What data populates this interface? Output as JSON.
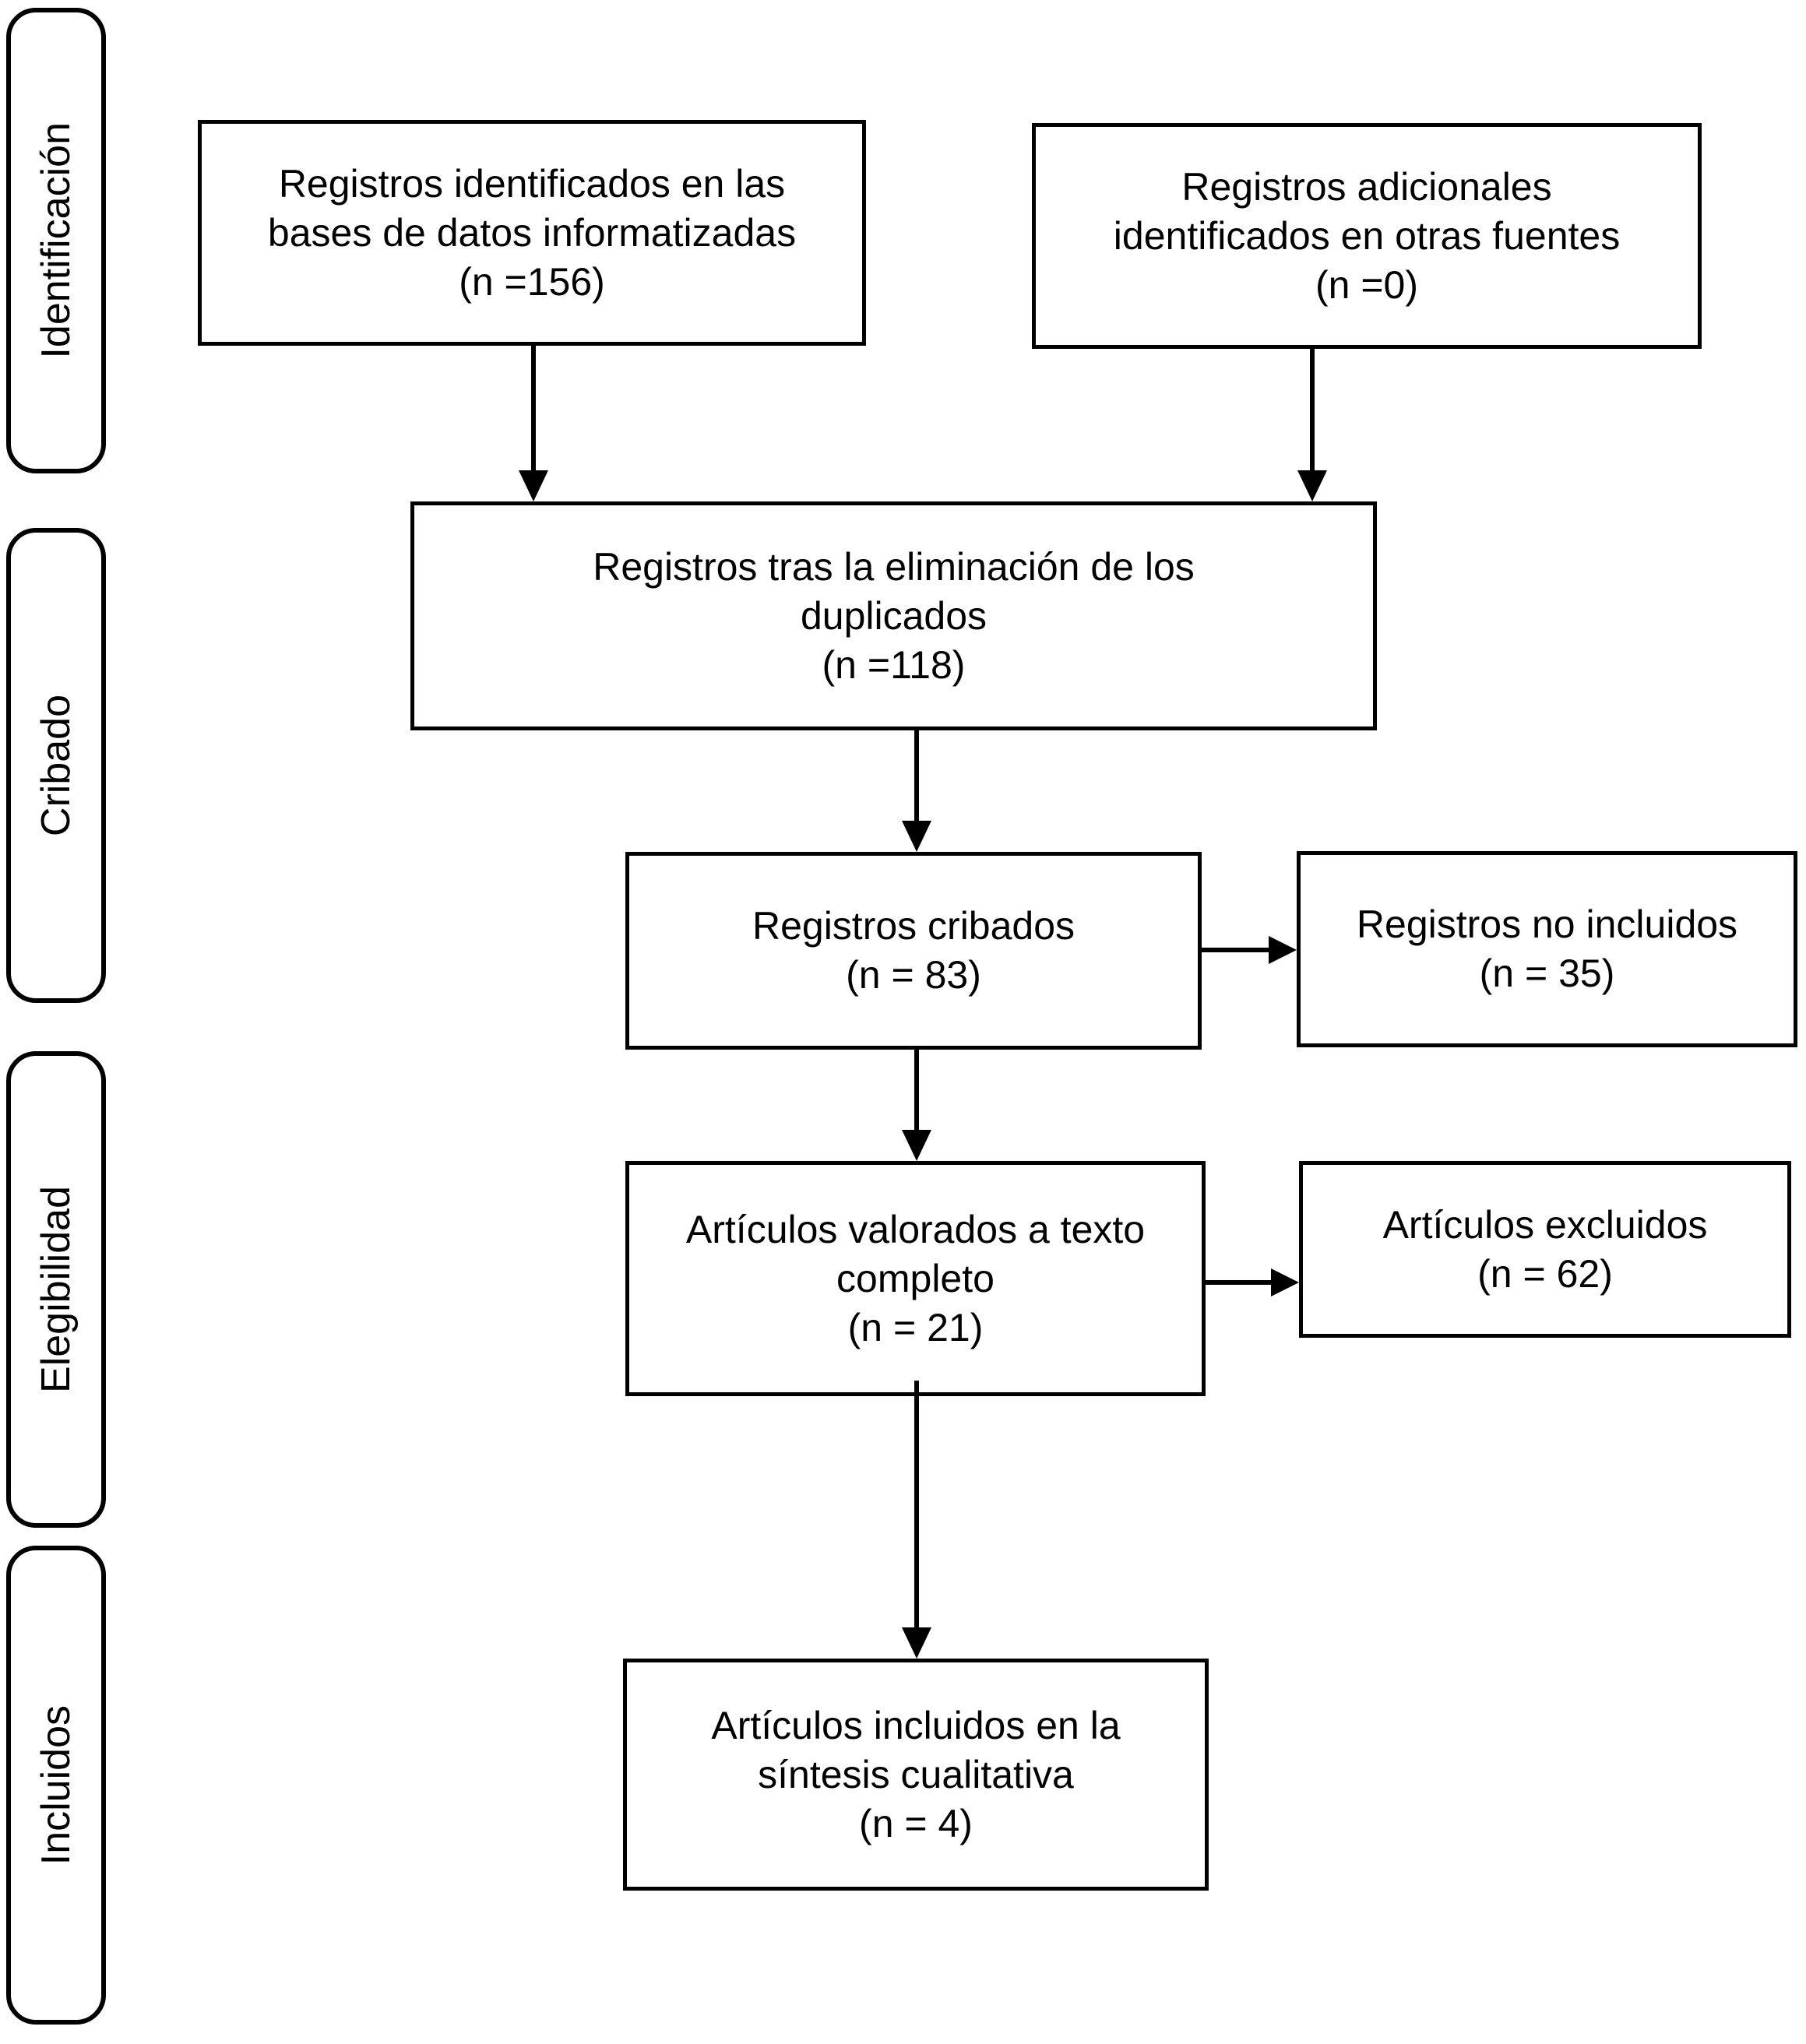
{
  "diagram": {
    "type": "prisma-flow",
    "background_color": "#ffffff",
    "line_color": "#000000"
  },
  "sidebar": {
    "labels": [
      {
        "text": "Identificación"
      },
      {
        "text": "Cribado"
      },
      {
        "text": "Elegibilidad"
      },
      {
        "text": "Incluidos"
      }
    ]
  },
  "boxes": {
    "identified_databases": {
      "n": 156,
      "lines": [
        "Registros identificados en las",
        "bases de datos informatizadas",
        "(n =156)"
      ]
    },
    "additional_sources": {
      "n": 0,
      "lines": [
        "Registros adicionales",
        "identificados en otras fuentes",
        "(n =0)"
      ]
    },
    "after_duplicates": {
      "n": 118,
      "lines": [
        "Registros tras la eliminación de los",
        "duplicados",
        "(n =118)"
      ]
    },
    "records_screened": {
      "n": 83,
      "lines": [
        "Registros cribados",
        "(n = 83)"
      ]
    },
    "records_not_included": {
      "n": 35,
      "lines": [
        "Registros no incluidos",
        "(n = 35)"
      ]
    },
    "fulltext_assessed": {
      "n": 21,
      "lines": [
        "Artículos valorados a texto",
        "completo",
        "(n = 21)"
      ]
    },
    "articles_excluded": {
      "n": 62,
      "lines": [
        "Artículos excluidos",
        "(n = 62)"
      ]
    },
    "included_qualitative": {
      "n": 4,
      "lines": [
        "Artículos incluidos en la",
        "síntesis cualitativa",
        "(n = 4)"
      ]
    }
  }
}
